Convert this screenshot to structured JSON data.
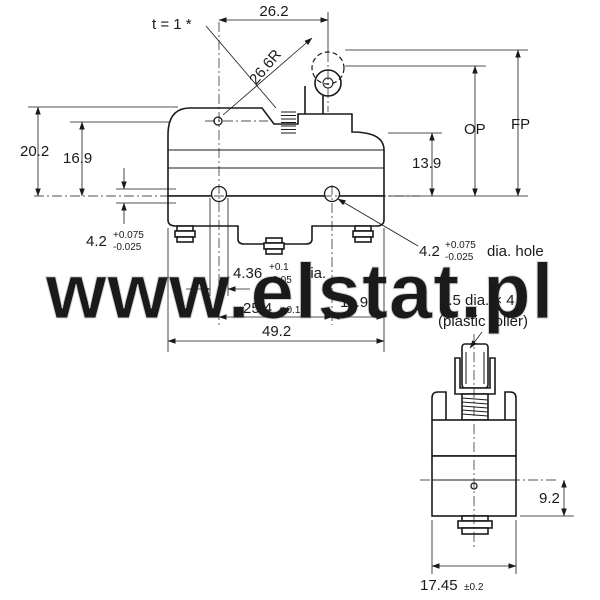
{
  "watermark": "www.elstat.pl",
  "top_view": {
    "t_label": "t = 1 *",
    "width_26_2": "26.2",
    "radius": "26.6R",
    "height_20_2": "20.2",
    "height_16_9": "16.9",
    "height_13_9": "13.9",
    "op": "OP",
    "fp": "FP",
    "hole_left": {
      "main": "4.2",
      "plus": "+0.075",
      "minus": "-0.025"
    },
    "hole_right": {
      "main": "4.2",
      "plus": "+0.075",
      "minus": "-0.025",
      "suffix": "dia. hole"
    },
    "pin_dia": {
      "main": "4.36",
      "plus": "+0.1",
      "minus": "-0.05",
      "suffix": "dia."
    },
    "pitch": {
      "main": "25.4",
      "tol": "±0.1"
    },
    "offset": "11.9",
    "length": "49.2"
  },
  "side_view": {
    "roller_line1": "9.5 dia. × 4",
    "roller_line2": "(plastic roller)",
    "height_9_2": "9.2",
    "width": {
      "main": "17.45",
      "tol": "±0.2"
    }
  }
}
